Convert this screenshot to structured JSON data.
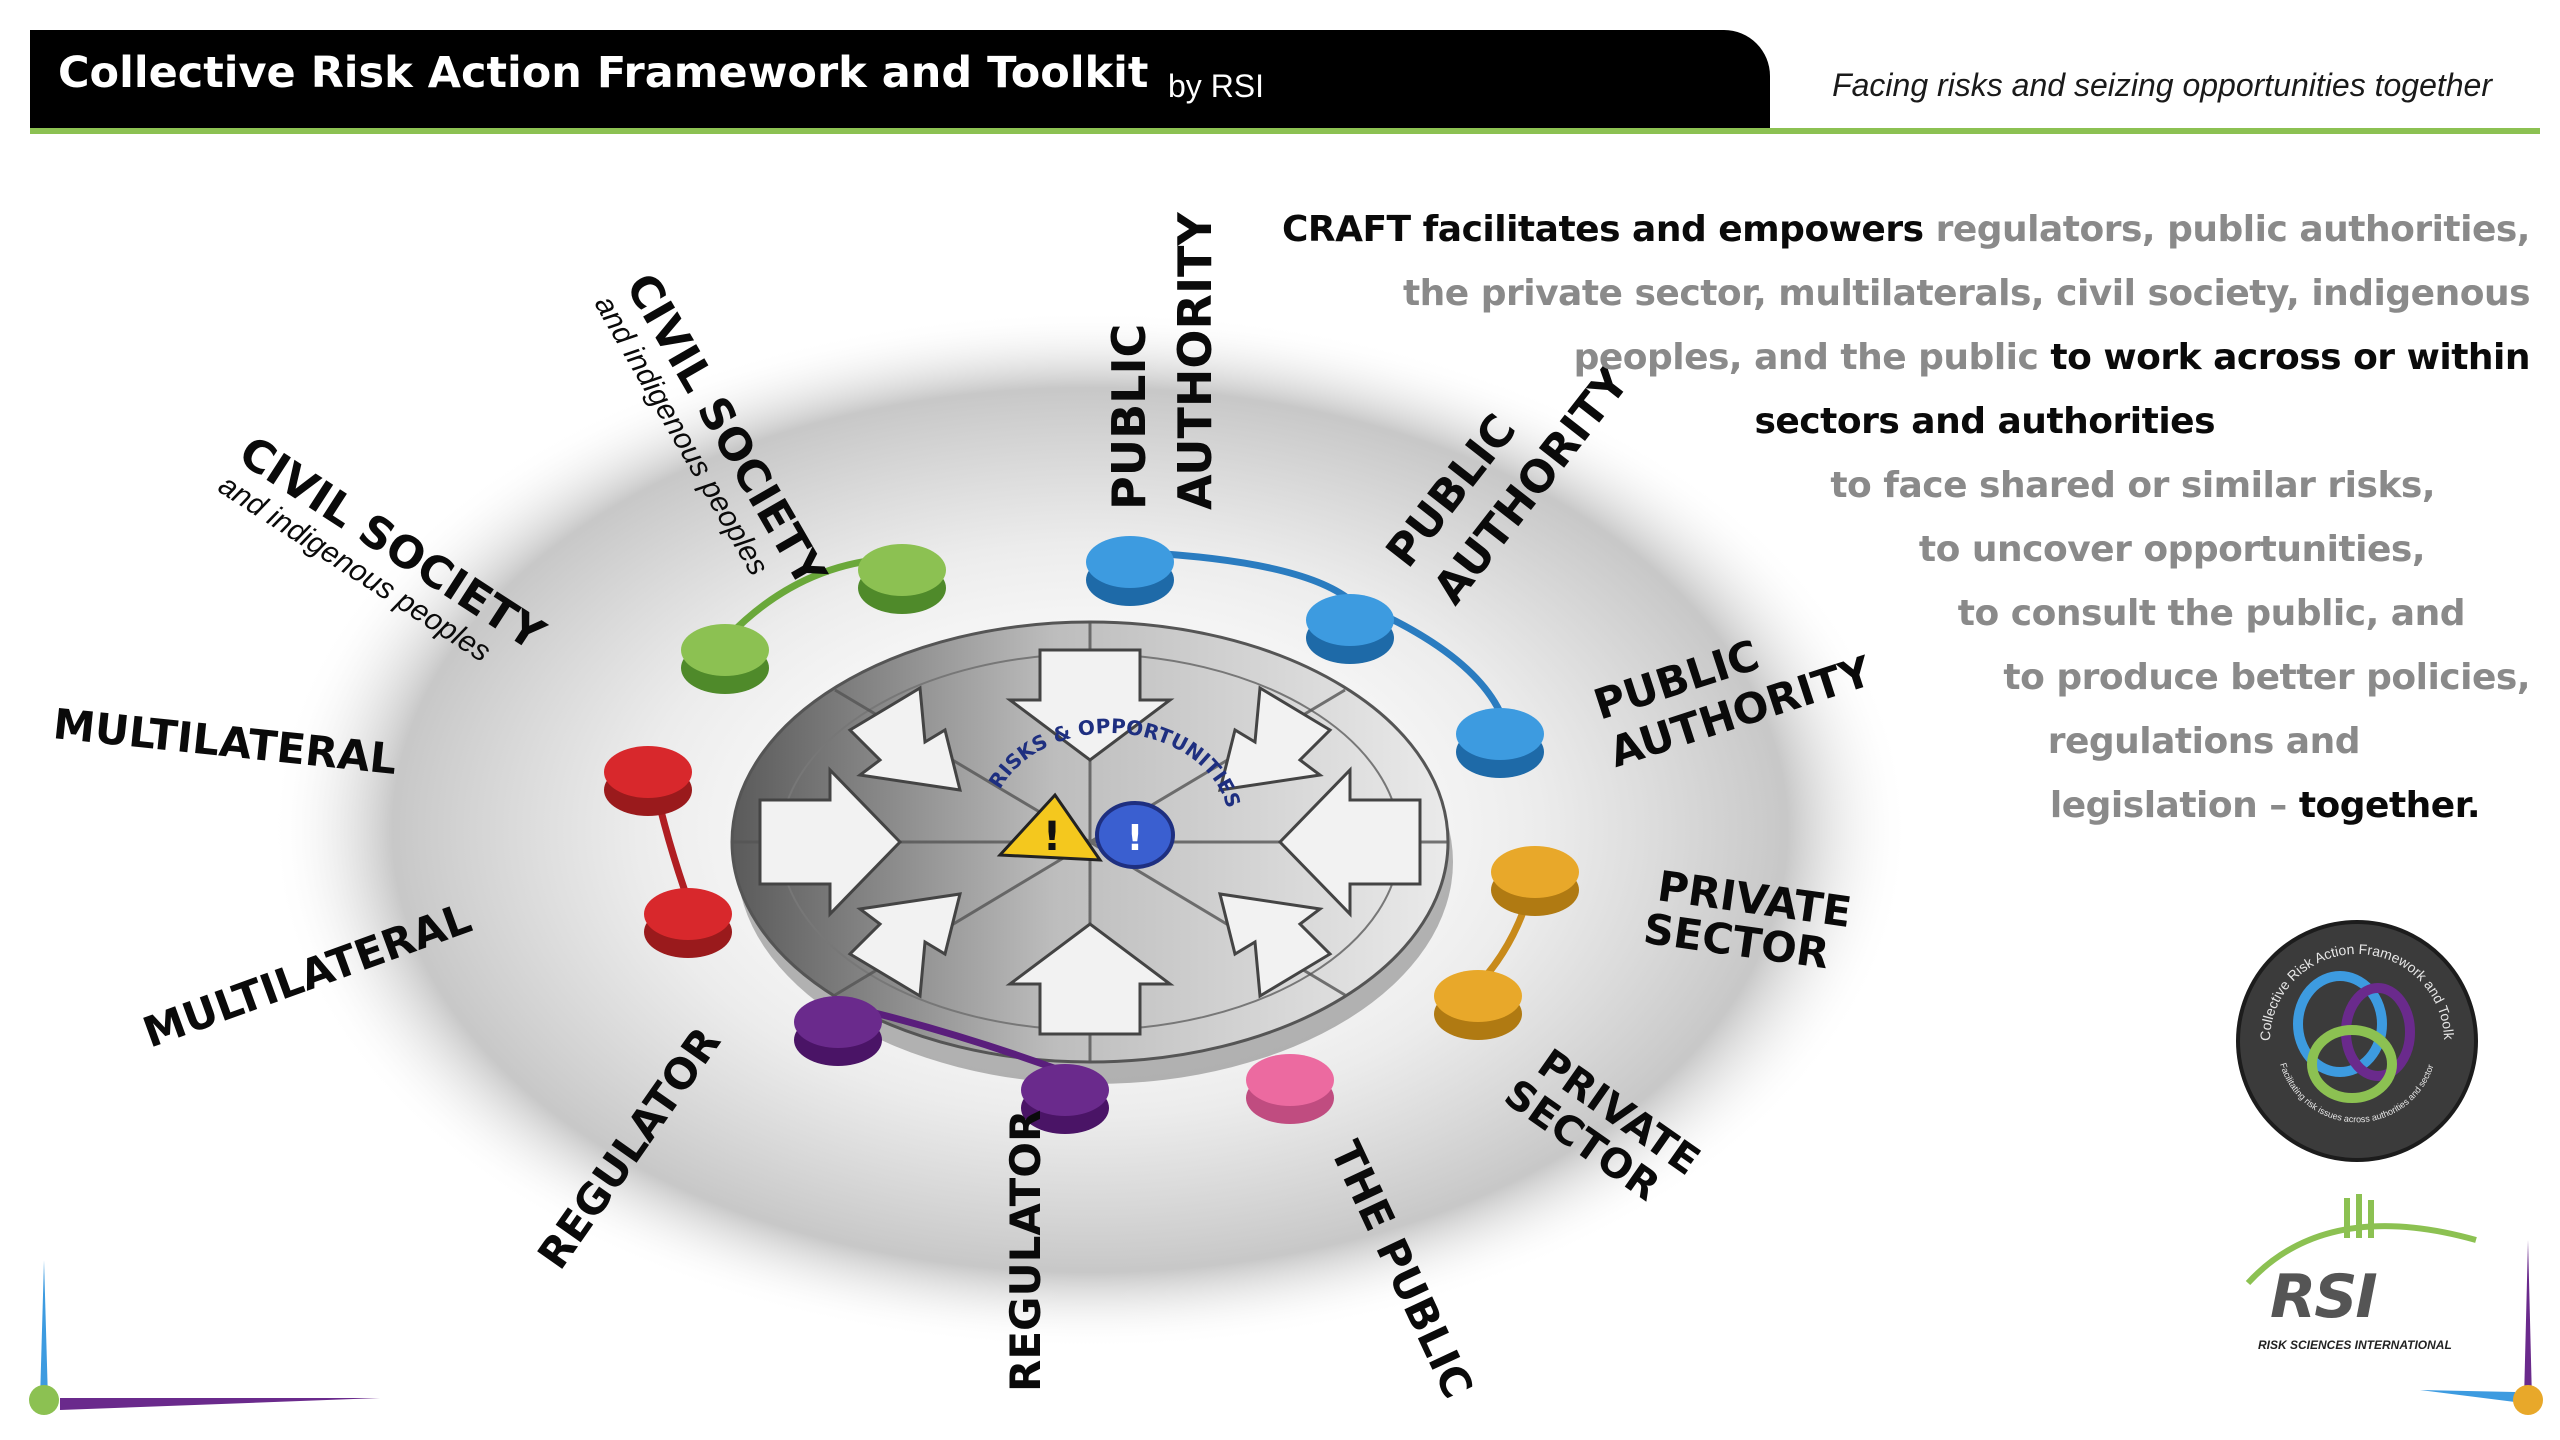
{
  "header": {
    "title": "Collective Risk Action Framework and Toolkit",
    "by": "by RSI",
    "tagline": "Facing risks and seizing opportunities together"
  },
  "hub": {
    "label": "RISKS & OPPORTUNITIES"
  },
  "stakeholders": {
    "civil_society_a": {
      "title": "CIVIL SOCIETY",
      "sub": "and indigenous peoples"
    },
    "civil_society_b": {
      "title": "CIVIL SOCIETY",
      "sub": "and indigenous peoples"
    },
    "public_authority_a": {
      "line1": "PUBLIC",
      "line2": "AUTHORITY"
    },
    "public_authority_b": {
      "line1": "PUBLIC",
      "line2": "AUTHORITY"
    },
    "public_authority_c": {
      "line1": "PUBLIC",
      "line2": "AUTHORITY"
    },
    "multilateral_a": "MULTILATERAL",
    "multilateral_b": "MULTILATERAL",
    "private_sector_a": {
      "line1": "PRIVATE",
      "line2": "SECTOR"
    },
    "private_sector_b": {
      "line1": "PRIVATE",
      "line2": "SECTOR"
    },
    "regulator_a": "REGULATOR",
    "regulator_b": "REGULATOR",
    "the_public": "THE PUBLIC"
  },
  "description": {
    "l1_a": "CRAFT facilitates and empowers ",
    "l1_b": "regulators, public authorities,",
    "l2": "the private sector, multilaterals, civil society, indigenous",
    "l3_a": "peoples, and the public ",
    "l3_b": "to work across or within",
    "l4": "sectors and authorities",
    "l5": "to face shared or similar risks,",
    "l6": "to uncover opportunities,",
    "l7": "to consult the public, and",
    "l8": "to produce better policies,",
    "l9": "regulations and",
    "l10_a": "legislation – ",
    "l10_b": "together."
  },
  "logo": {
    "badge_ring_text": "Collective Risk Action Framework and Toolkit",
    "badge_bottom_text": "Facilitating risk issues across authorities and sectors",
    "rsi": "RSI",
    "rsi_sub": "RISK SCIENCES INTERNATIONAL"
  },
  "colors": {
    "green": "#8cc152",
    "blue": "#3d9be0",
    "red": "#d8282c",
    "purple": "#6a2a8c",
    "yellow": "#e8a82a",
    "pink": "#ec6aa0"
  }
}
